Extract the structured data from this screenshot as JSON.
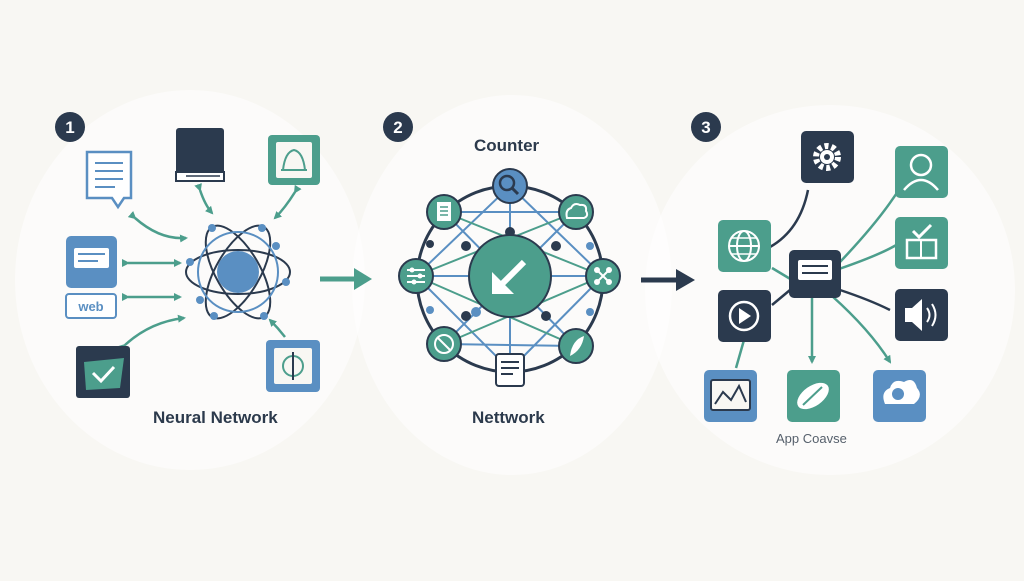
{
  "steps": [
    {
      "number": "1",
      "label": "Neural Network"
    },
    {
      "number": "2",
      "caption_top": "Counter",
      "label": "Nettwork"
    },
    {
      "number": "3",
      "label": "App Coavse"
    }
  ],
  "panel1": {
    "badge_text": "web"
  },
  "colors": {
    "navy": "#2b3a4e",
    "teal": "#4c9e8c",
    "teal_light": "#8fc9b9",
    "blue": "#5a8fc2",
    "blue_light": "#8fb3dc",
    "background": "#f8f7f3"
  },
  "icons": {
    "panel1": [
      "document-icon",
      "book-icon",
      "bell-card-icon",
      "list-card-icon",
      "web-badge-icon",
      "checkmark-card-icon",
      "music-card-icon",
      "neural-atom-icon"
    ],
    "panel2": [
      "search-icon",
      "document-icon",
      "cloud-icon",
      "sliders-icon",
      "share-icon",
      "network-icon",
      "feather-icon",
      "newspaper-icon",
      "pencil-arrow-icon"
    ],
    "panel3": [
      "gear-icon",
      "user-icon",
      "globe-icon",
      "chat-icon",
      "checkbox-icon",
      "play-icon",
      "speaker-icon",
      "chart-icon",
      "rugby-ball-icon",
      "cloud-icon"
    ]
  }
}
